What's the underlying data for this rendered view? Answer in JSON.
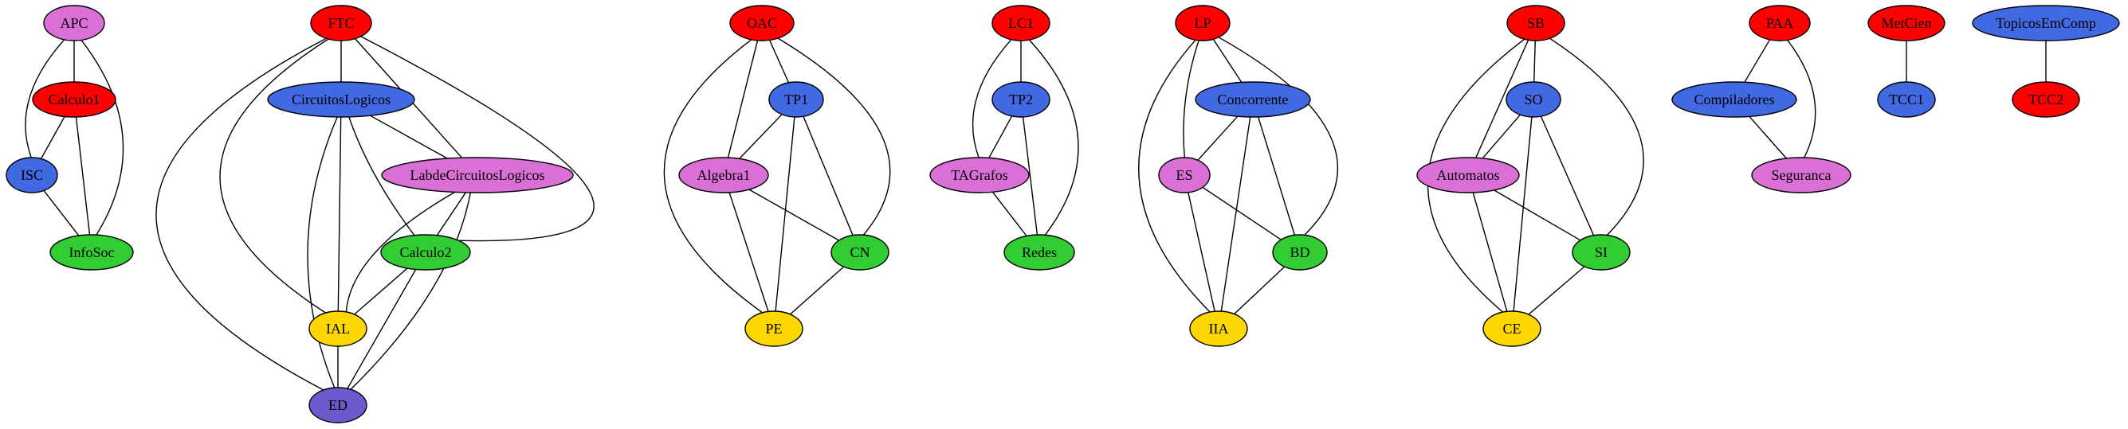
{
  "colors": {
    "red": "#ff0000",
    "blue": "#4169e1",
    "orchid": "#da70d6",
    "green": "#32cd32",
    "gold": "#ffd700",
    "slate": "#6a5acd"
  },
  "nodes": [
    {
      "id": "APC",
      "label": "APC",
      "color": "orchid"
    },
    {
      "id": "Calculo1",
      "label": "Calculo1",
      "color": "red"
    },
    {
      "id": "ISC",
      "label": "ISC",
      "color": "blue"
    },
    {
      "id": "InfoSoc",
      "label": "InfoSoc",
      "color": "green"
    },
    {
      "id": "FTC",
      "label": "FTC",
      "color": "red"
    },
    {
      "id": "CircuitosLogicos",
      "label": "CircuitosLogicos",
      "color": "blue"
    },
    {
      "id": "LabdeCircuitosLogicos",
      "label": "LabdeCircuitosLogicos",
      "color": "orchid"
    },
    {
      "id": "Calculo2",
      "label": "Calculo2",
      "color": "green"
    },
    {
      "id": "IAL",
      "label": "IAL",
      "color": "gold"
    },
    {
      "id": "ED",
      "label": "ED",
      "color": "slate"
    },
    {
      "id": "OAC",
      "label": "OAC",
      "color": "red"
    },
    {
      "id": "TP1",
      "label": "TP1",
      "color": "blue"
    },
    {
      "id": "Algebra1",
      "label": "Algebra1",
      "color": "orchid"
    },
    {
      "id": "CN",
      "label": "CN",
      "color": "green"
    },
    {
      "id": "PE",
      "label": "PE",
      "color": "gold"
    },
    {
      "id": "LC1",
      "label": "LC1",
      "color": "red"
    },
    {
      "id": "TP2",
      "label": "TP2",
      "color": "blue"
    },
    {
      "id": "TAGrafos",
      "label": "TAGrafos",
      "color": "orchid"
    },
    {
      "id": "Redes",
      "label": "Redes",
      "color": "green"
    },
    {
      "id": "LP",
      "label": "LP",
      "color": "red"
    },
    {
      "id": "Concorrente",
      "label": "Concorrente",
      "color": "blue"
    },
    {
      "id": "ES",
      "label": "ES",
      "color": "orchid"
    },
    {
      "id": "BD",
      "label": "BD",
      "color": "green"
    },
    {
      "id": "IIA",
      "label": "IIA",
      "color": "gold"
    },
    {
      "id": "SB",
      "label": "SB",
      "color": "red"
    },
    {
      "id": "SO",
      "label": "SO",
      "color": "blue"
    },
    {
      "id": "Automatos",
      "label": "Automatos",
      "color": "orchid"
    },
    {
      "id": "SI",
      "label": "SI",
      "color": "green"
    },
    {
      "id": "CE",
      "label": "CE",
      "color": "gold"
    },
    {
      "id": "PAA",
      "label": "PAA",
      "color": "red"
    },
    {
      "id": "Compiladores",
      "label": "Compiladores",
      "color": "blue"
    },
    {
      "id": "Seguranca",
      "label": "Seguranca",
      "color": "orchid"
    },
    {
      "id": "MetCien",
      "label": "MetCien",
      "color": "red"
    },
    {
      "id": "TCC1",
      "label": "TCC1",
      "color": "blue"
    },
    {
      "id": "TopicosEmComp",
      "label": "TopicosEmComp",
      "color": "blue"
    },
    {
      "id": "TCC2",
      "label": "TCC2",
      "color": "red"
    }
  ],
  "edges": [
    [
      "APC",
      "Calculo1"
    ],
    [
      "APC",
      "ISC"
    ],
    [
      "APC",
      "InfoSoc"
    ],
    [
      "Calculo1",
      "ISC"
    ],
    [
      "Calculo1",
      "InfoSoc"
    ],
    [
      "ISC",
      "InfoSoc"
    ],
    [
      "FTC",
      "CircuitosLogicos"
    ],
    [
      "FTC",
      "LabdeCircuitosLogicos"
    ],
    [
      "FTC",
      "Calculo2"
    ],
    [
      "FTC",
      "IAL"
    ],
    [
      "FTC",
      "ED"
    ],
    [
      "CircuitosLogicos",
      "LabdeCircuitosLogicos"
    ],
    [
      "CircuitosLogicos",
      "Calculo2"
    ],
    [
      "CircuitosLogicos",
      "IAL"
    ],
    [
      "CircuitosLogicos",
      "ED"
    ],
    [
      "LabdeCircuitosLogicos",
      "Calculo2"
    ],
    [
      "LabdeCircuitosLogicos",
      "IAL"
    ],
    [
      "LabdeCircuitosLogicos",
      "ED"
    ],
    [
      "Calculo2",
      "IAL"
    ],
    [
      "Calculo2",
      "ED"
    ],
    [
      "IAL",
      "ED"
    ],
    [
      "OAC",
      "TP1"
    ],
    [
      "OAC",
      "Algebra1"
    ],
    [
      "OAC",
      "CN"
    ],
    [
      "OAC",
      "PE"
    ],
    [
      "TP1",
      "Algebra1"
    ],
    [
      "TP1",
      "CN"
    ],
    [
      "TP1",
      "PE"
    ],
    [
      "Algebra1",
      "CN"
    ],
    [
      "Algebra1",
      "PE"
    ],
    [
      "CN",
      "PE"
    ],
    [
      "LC1",
      "TP2"
    ],
    [
      "LC1",
      "TAGrafos"
    ],
    [
      "LC1",
      "Redes"
    ],
    [
      "TP2",
      "TAGrafos"
    ],
    [
      "TP2",
      "Redes"
    ],
    [
      "TAGrafos",
      "Redes"
    ],
    [
      "LP",
      "Concorrente"
    ],
    [
      "LP",
      "ES"
    ],
    [
      "LP",
      "BD"
    ],
    [
      "LP",
      "IIA"
    ],
    [
      "Concorrente",
      "ES"
    ],
    [
      "Concorrente",
      "BD"
    ],
    [
      "Concorrente",
      "IIA"
    ],
    [
      "ES",
      "BD"
    ],
    [
      "ES",
      "IIA"
    ],
    [
      "BD",
      "IIA"
    ],
    [
      "SB",
      "SO"
    ],
    [
      "SB",
      "Automatos"
    ],
    [
      "SB",
      "SI"
    ],
    [
      "SB",
      "CE"
    ],
    [
      "SO",
      "Automatos"
    ],
    [
      "SO",
      "SI"
    ],
    [
      "SO",
      "CE"
    ],
    [
      "Automatos",
      "SI"
    ],
    [
      "Automatos",
      "CE"
    ],
    [
      "SI",
      "CE"
    ],
    [
      "PAA",
      "Compiladores"
    ],
    [
      "PAA",
      "Seguranca"
    ],
    [
      "Compiladores",
      "Seguranca"
    ],
    [
      "MetCien",
      "TCC1"
    ],
    [
      "TopicosEmComp",
      "TCC2"
    ]
  ]
}
